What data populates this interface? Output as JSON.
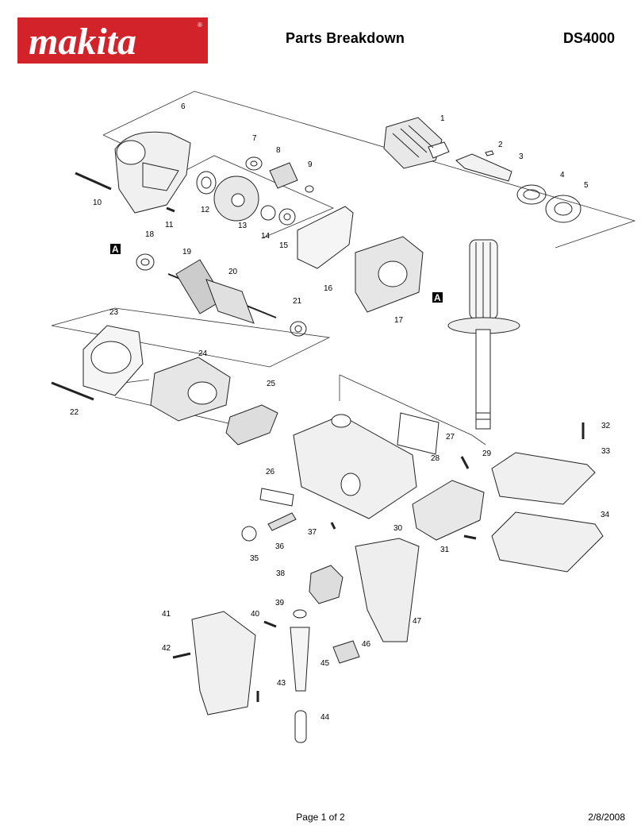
{
  "brand": {
    "logo_text": "makita",
    "color": "#d2232a"
  },
  "header": {
    "title": "Parts Breakdown",
    "model": "DS4000"
  },
  "footer": {
    "page": "Page 1 of 2",
    "date": "2/8/2008"
  },
  "assembly_marks": [
    "A",
    "A"
  ],
  "parts": [
    "1",
    "2",
    "3",
    "4",
    "5",
    "6",
    "7",
    "8",
    "9",
    "10",
    "11",
    "12",
    "13",
    "14",
    "15",
    "16",
    "17",
    "18",
    "19",
    "20",
    "21",
    "22",
    "23",
    "24",
    "25",
    "26",
    "27",
    "28",
    "29",
    "30",
    "31",
    "32",
    "33",
    "34",
    "35",
    "36",
    "37",
    "38",
    "39",
    "40",
    "41",
    "42",
    "43",
    "44",
    "45",
    "46",
    "47"
  ]
}
